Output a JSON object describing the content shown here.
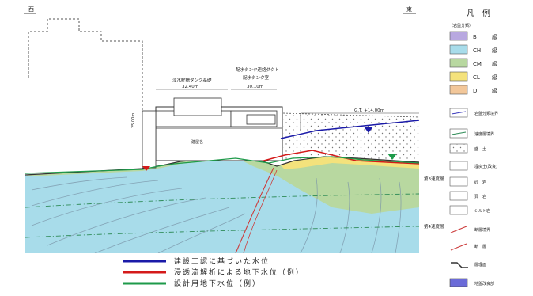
{
  "header": {
    "west": "西",
    "east": "東"
  },
  "structure": {
    "tank_foundation": "淡水貯槽タンク基礎",
    "duct": "配水タンク連絡ダクト",
    "tank_b": "配水タンク室",
    "dim_a": "32.40m",
    "dim_b": "30.10m",
    "gl": "G.T. +14.00m",
    "left_height": "25.00m",
    "building": "建屋名"
  },
  "zones": {
    "zone3": "第3速度層",
    "zone4": "第4速度層"
  },
  "line_legend": {
    "items": [
      {
        "label": "建設工認に基づいた水位",
        "color": "#1a1aa8"
      },
      {
        "label": "浸透流解析による地下水位（例）",
        "color": "#d41a1a"
      },
      {
        "label": "設計用地下水位（例）",
        "color": "#1e9a4a"
      }
    ]
  },
  "legend": {
    "title": "凡　例",
    "subtitle": "（岩盤分類）",
    "rock_classes": [
      {
        "code": "B",
        "label": "級",
        "color": "#b8a8e0"
      },
      {
        "code": "CH",
        "label": "級",
        "color": "#a8dcea"
      },
      {
        "code": "CM",
        "label": "級",
        "color": "#b8d8a0"
      },
      {
        "code": "CL",
        "label": "級",
        "color": "#f4e27c"
      },
      {
        "code": "D",
        "label": "級",
        "color": "#f2c79a"
      }
    ],
    "symbols": [
      {
        "label": "岩盤分類境界"
      },
      {
        "label": "速度層境界"
      },
      {
        "label": "盛　土"
      },
      {
        "label": "埋戻土(改良)"
      },
      {
        "label": "砂　岩"
      },
      {
        "label": "頁　岩"
      },
      {
        "label": "シルト岩"
      },
      {
        "label": "断層境界"
      },
      {
        "label": "断　層"
      },
      {
        "label": "層理面"
      },
      {
        "label": "地盤改良部"
      }
    ]
  }
}
